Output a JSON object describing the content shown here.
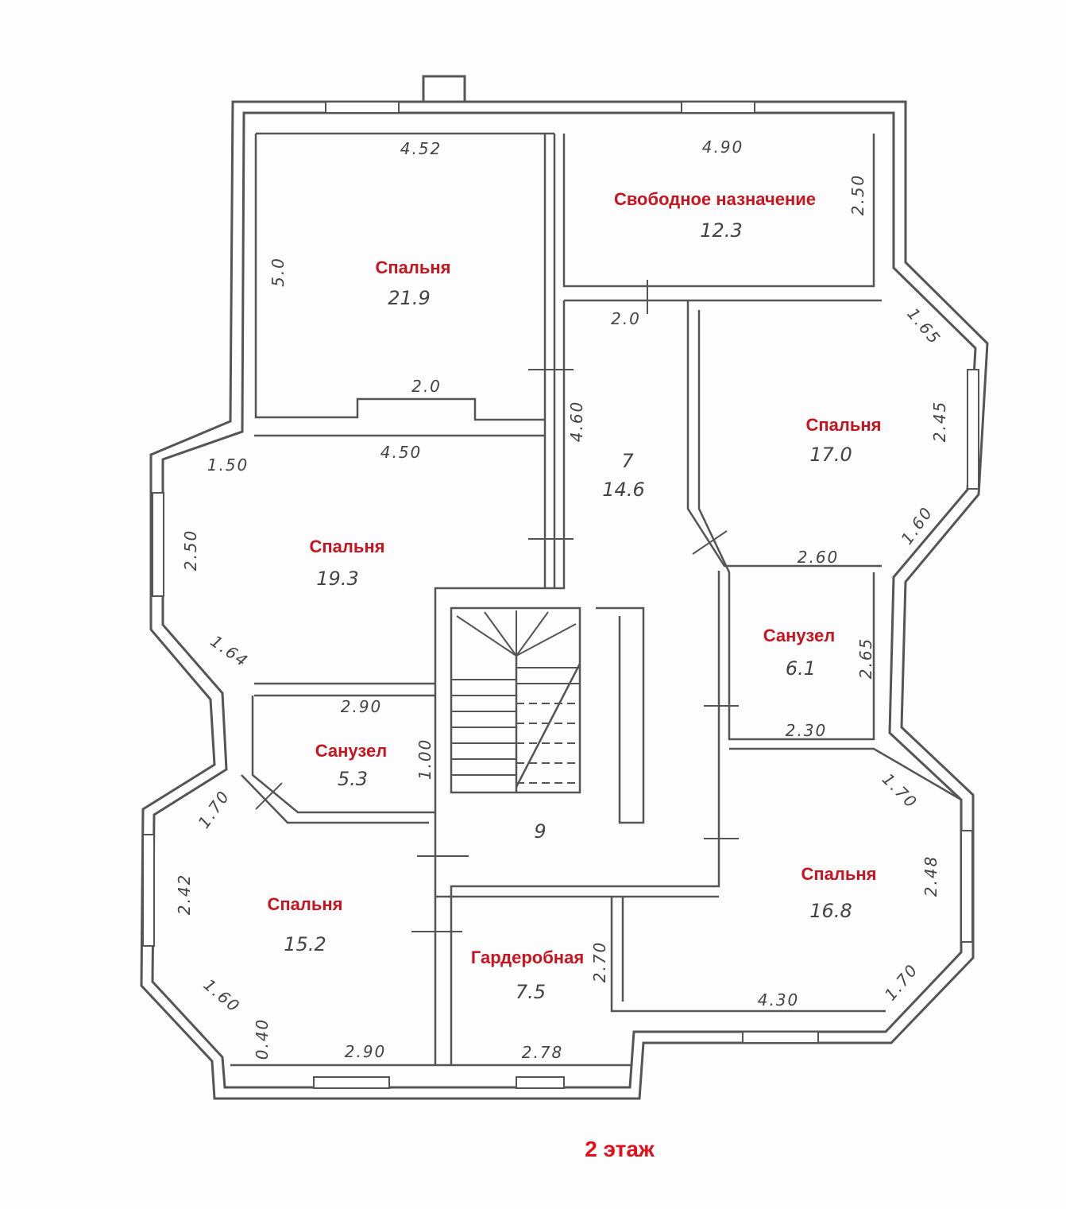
{
  "floor_label": "2 этаж",
  "rooms": [
    {
      "name": "Спальня",
      "area": "21.9",
      "dims": [
        "4.52",
        "5.0",
        "2.0"
      ]
    },
    {
      "name": "Свободное назначение",
      "area": "12.3",
      "dims": [
        "4.90",
        "2.50"
      ]
    },
    {
      "name": "",
      "number": "7",
      "area": "14.6",
      "dims": [
        "2.0",
        "4.60"
      ]
    },
    {
      "name": "Спальня",
      "area": "17.0",
      "dims": [
        "1.65",
        "2.45",
        "1.60",
        "2.60"
      ]
    },
    {
      "name": "Спальня",
      "area": "19.3",
      "dims": [
        "4.50",
        "1.50",
        "2.50",
        "1.64"
      ]
    },
    {
      "name": "Санузел",
      "area": "6.1",
      "dims": [
        "2.65",
        "2.30"
      ]
    },
    {
      "name": "Санузел",
      "area": "5.3",
      "dims": [
        "2.90",
        "1.00"
      ]
    },
    {
      "name": "",
      "number": "9"
    },
    {
      "name": "Спальня",
      "area": "15.2",
      "dims": [
        "1.70",
        "2.42",
        "1.60",
        "0.40",
        "2.90"
      ]
    },
    {
      "name": "Гардеробная",
      "area": "7.5",
      "dims": [
        "2.70",
        "2.78"
      ]
    },
    {
      "name": "Спальня",
      "area": "16.8",
      "dims": [
        "1.70",
        "2.48",
        "1.70",
        "4.30"
      ]
    }
  ]
}
